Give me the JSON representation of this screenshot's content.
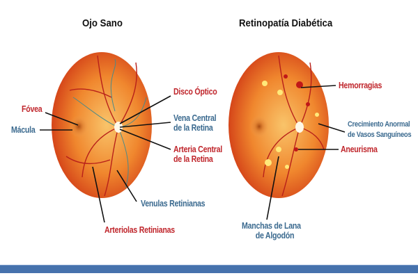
{
  "titles": {
    "healthy": "Ojo Sano",
    "diabetic": "Retinopatía Diabética"
  },
  "healthy_labels": {
    "fovea": "Fóvea",
    "macula": "Mácula",
    "optic_disc": "Disco Óptico",
    "central_vein_1": "Vena Central",
    "central_vein_2": "de la Retina",
    "central_artery_1": "Arteria Central",
    "central_artery_2": "de la Retina",
    "venules": "Venulas Retinianas",
    "arterioles": "Arteriolas Retinianas"
  },
  "diabetic_labels": {
    "hemorrhages": "Hemorragias",
    "neovascularization_1": "Crecimiento Anormal",
    "neovascularization_2": "de Vasos Sanguíneos",
    "aneurysm": "Aneurisma",
    "cotton_wool_1": "Manchas de Lana",
    "cotton_wool_2": "de Algodón"
  },
  "colors": {
    "red_label": "#c0272d",
    "blue_label": "#3b6a8f",
    "footer_bar": "#4672ad"
  }
}
